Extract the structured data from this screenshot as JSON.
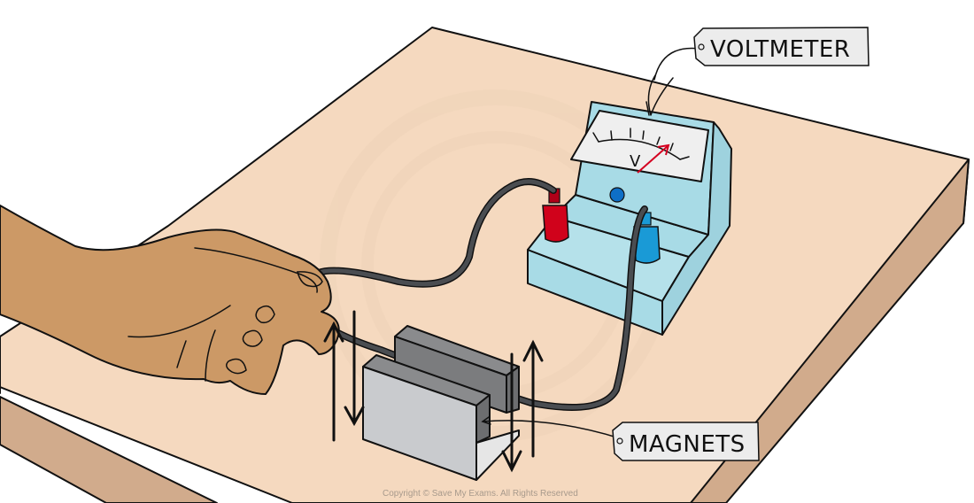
{
  "labels": {
    "voltmeter": "VOLTMETER",
    "magnets": "MAGNETS"
  },
  "meter": {
    "scale_symbol": "V"
  },
  "copyright": "Copyright © Save My Exams. All Rights Reserved",
  "colors": {
    "table_top": "#f5d9bf",
    "table_side": "#d1ab8c",
    "skin": "#cc9966",
    "voltmeter_body": "#a8dbe6",
    "meter_face": "#efefef",
    "needle": "#d40020",
    "red_terminal": "#d0021b",
    "blue_terminal": "#1a9ad6",
    "wire": "#4a4d51",
    "magnet_dark": "#7b7c7e",
    "magnet_light": "#c9cbce",
    "tag_fill": "#ececec"
  }
}
